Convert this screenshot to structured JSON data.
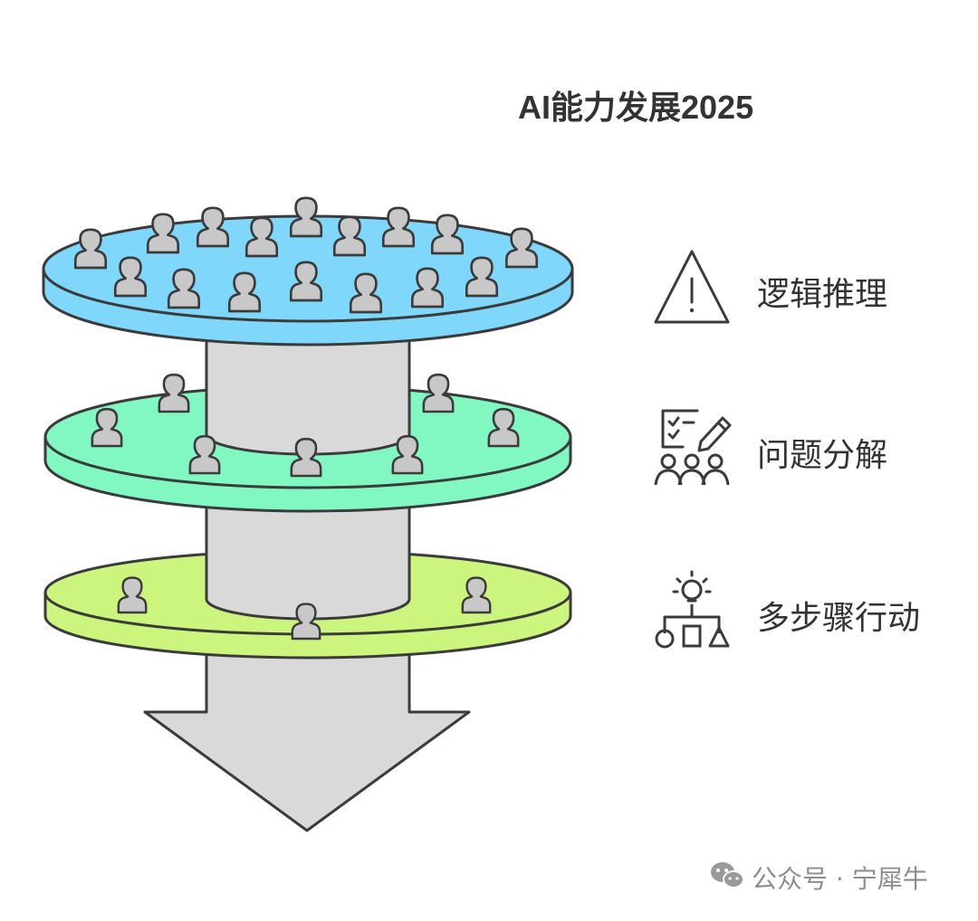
{
  "title": "AI能力发展2025",
  "layers": [
    {
      "label": "逻辑推理",
      "icon": "warning-triangle-icon",
      "color": "#7fd7fb"
    },
    {
      "label": "问题分解",
      "icon": "checklist-team-icon",
      "color": "#81f7c2"
    },
    {
      "label": "多步骤行动",
      "icon": "idea-flow-icon",
      "color": "#ccf57d"
    }
  ],
  "colors": {
    "stroke": "#3b3b3b",
    "column": "#d9d9d9",
    "person": "#c8c8c8"
  },
  "watermark": {
    "text": "公众号 · 宁犀牛",
    "icon": "wechat-logo-icon"
  }
}
